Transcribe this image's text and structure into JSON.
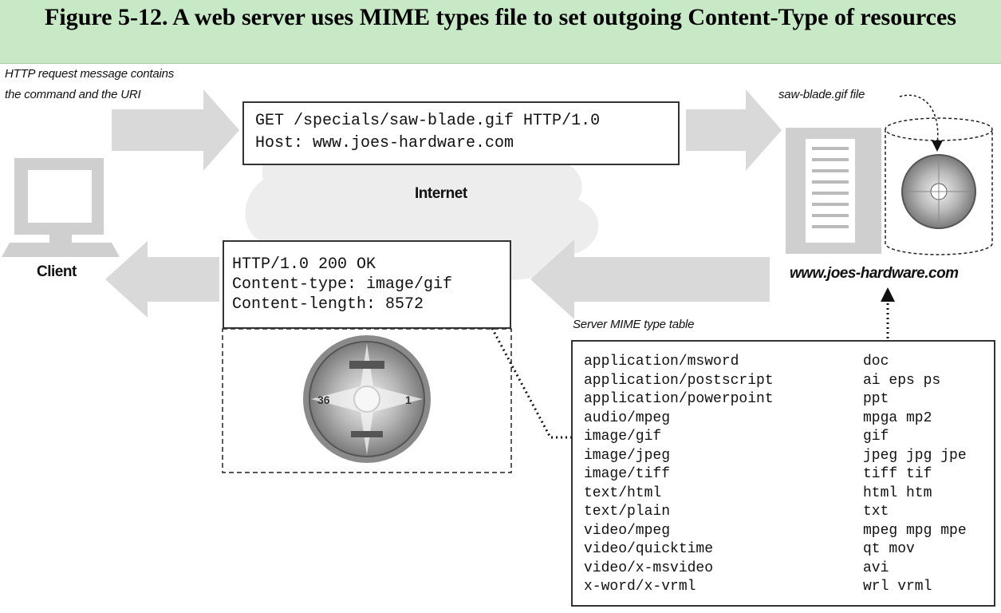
{
  "figure": {
    "title": "Figure 5-12. A web server uses MIME types file to set outgoing Content-Type of resources"
  },
  "labels": {
    "request_note_line1": "HTTP request message contains",
    "request_note_line2": "the command and the URI",
    "internet": "Internet",
    "client": "Client",
    "server_host": "www.joes-hardware.com",
    "file_label": "saw-blade.gif file",
    "mime_table_title": "Server MIME type table"
  },
  "request": {
    "line1": "GET /specials/saw-blade.gif HTTP/1.0",
    "line2": "Host: www.joes-hardware.com"
  },
  "response": {
    "line1": "HTTP/1.0 200 OK",
    "line2": "Content-type: image/gif",
    "line3": "Content-length: 8572"
  },
  "mime_table": [
    {
      "type": "application/msword",
      "ext": "doc"
    },
    {
      "type": "application/postscript",
      "ext": "ai eps ps"
    },
    {
      "type": "application/powerpoint",
      "ext": "ppt"
    },
    {
      "type": "audio/mpeg",
      "ext": "mpga mp2"
    },
    {
      "type": "image/gif",
      "ext": "gif"
    },
    {
      "type": "image/jpeg",
      "ext": "jpeg jpg jpe"
    },
    {
      "type": "image/tiff",
      "ext": "tiff tif"
    },
    {
      "type": "text/html",
      "ext": "html htm"
    },
    {
      "type": "text/plain",
      "ext": "txt"
    },
    {
      "type": "video/mpeg",
      "ext": "mpeg mpg mpe"
    },
    {
      "type": "video/quicktime",
      "ext": "qt mov"
    },
    {
      "type": "video/x-msvideo",
      "ext": "avi"
    },
    {
      "type": "x-word/x-vrml",
      "ext": "wrl vrml"
    }
  ],
  "saw_blade_marks": {
    "left": "36",
    "right": "1"
  },
  "icons": {
    "client": "desktop-computer-icon",
    "server": "server-tower-icon",
    "storage": "disk-cylinder-icon",
    "image": "saw-blade-image-icon",
    "network": "cloud-icon"
  },
  "colors": {
    "title_background": "#c7e9c5",
    "arrow_fill": "#d9d9d9",
    "cloud_fill": "#ededed",
    "device_fill": "#cfcfcf"
  }
}
